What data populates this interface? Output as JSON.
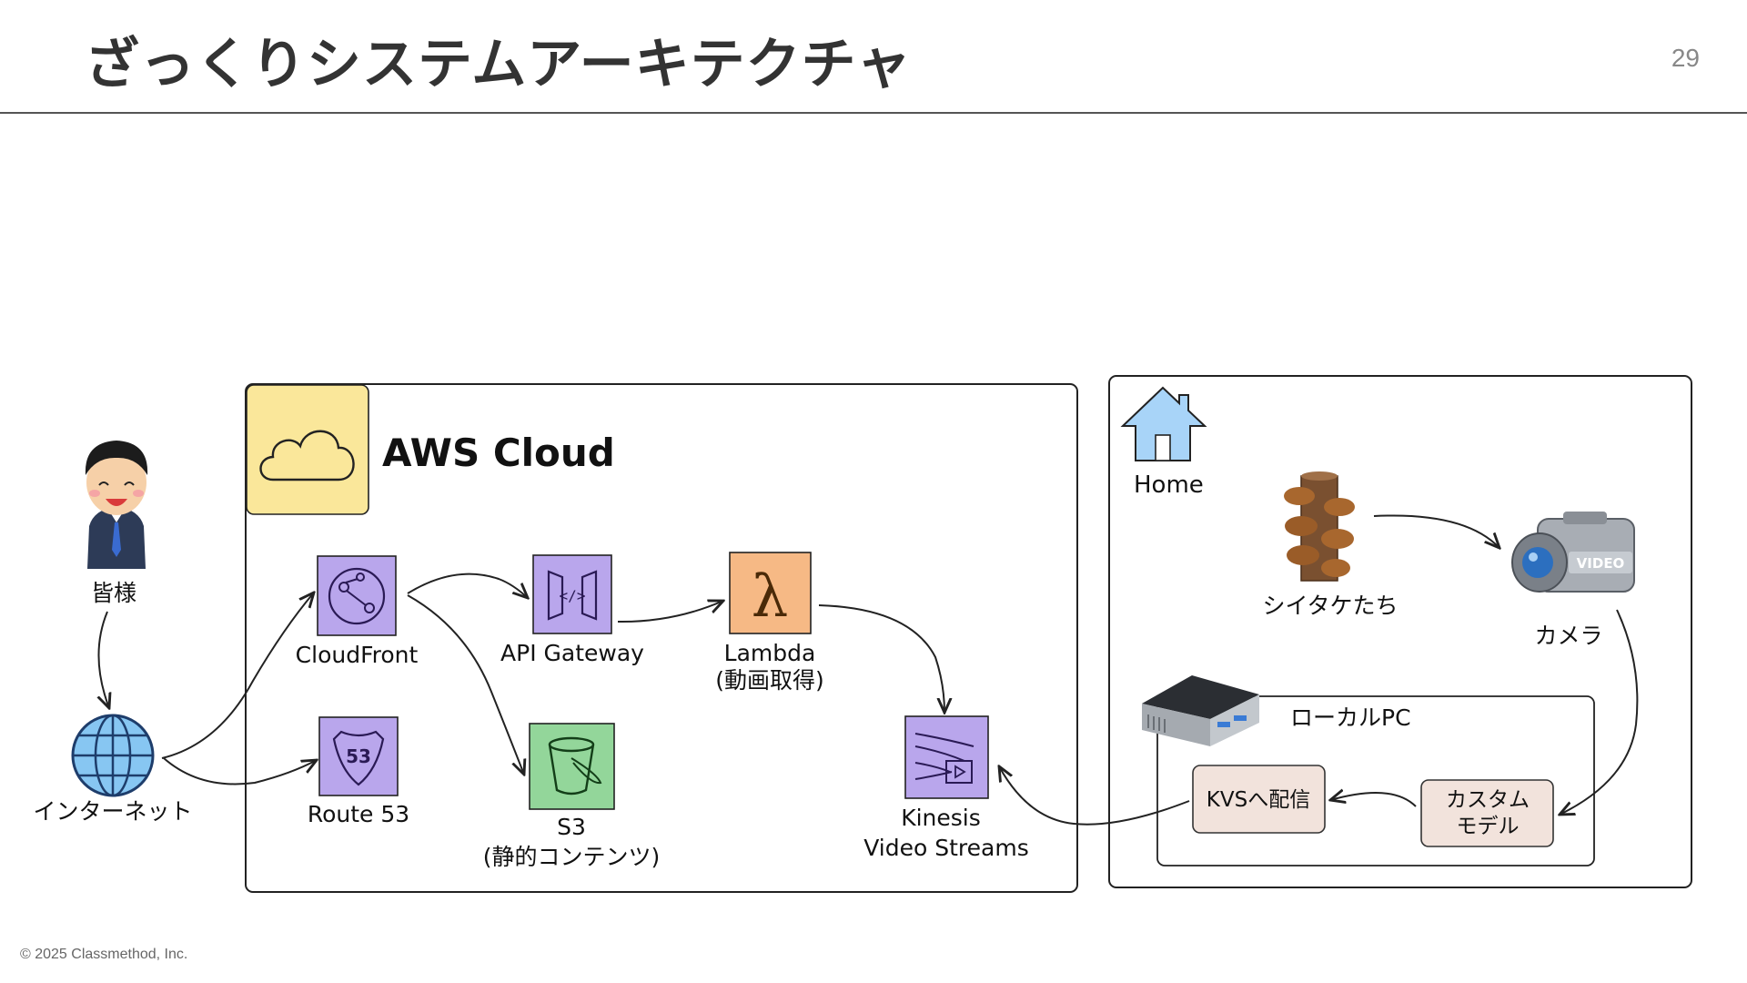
{
  "slide": {
    "title": "ざっくりシステムアーキテクチャ",
    "page_number": "29",
    "copyright": "© 2025 Classmethod, Inc."
  },
  "diagram": {
    "user_label": "皆様",
    "internet_label": "インターネット",
    "aws_group": {
      "title": "AWS Cloud",
      "fill_color": "#fae79a",
      "services": {
        "cloudfront": {
          "label": "CloudFront",
          "color": "#b9a6ec"
        },
        "api_gateway": {
          "label": "API Gateway",
          "color": "#b9a6ec"
        },
        "lambda": {
          "label": "Lambda",
          "sublabel": "(動画取得)",
          "color": "#f6b985"
        },
        "route53": {
          "label": "Route 53",
          "badge": "53",
          "color": "#b9a6ec"
        },
        "s3": {
          "label": "S3",
          "sublabel": "(静的コンテンツ)",
          "color": "#93d69a"
        },
        "kinesis": {
          "label": "Kinesis",
          "sublabel": "Video Streams",
          "color": "#b9a6ec"
        }
      }
    },
    "home_group": {
      "title": "Home",
      "icon_color": "#a8d4f8",
      "shiitake_label": "シイタケたち",
      "camera_label": "カメラ",
      "camera_badge": "VIDEO",
      "local_pc": {
        "title": "ローカルPC",
        "kvs_box": "KVSへ配信",
        "model_box_line1": "カスタム",
        "model_box_line2": "モデル",
        "box_color": "#f2e3dc"
      }
    }
  }
}
